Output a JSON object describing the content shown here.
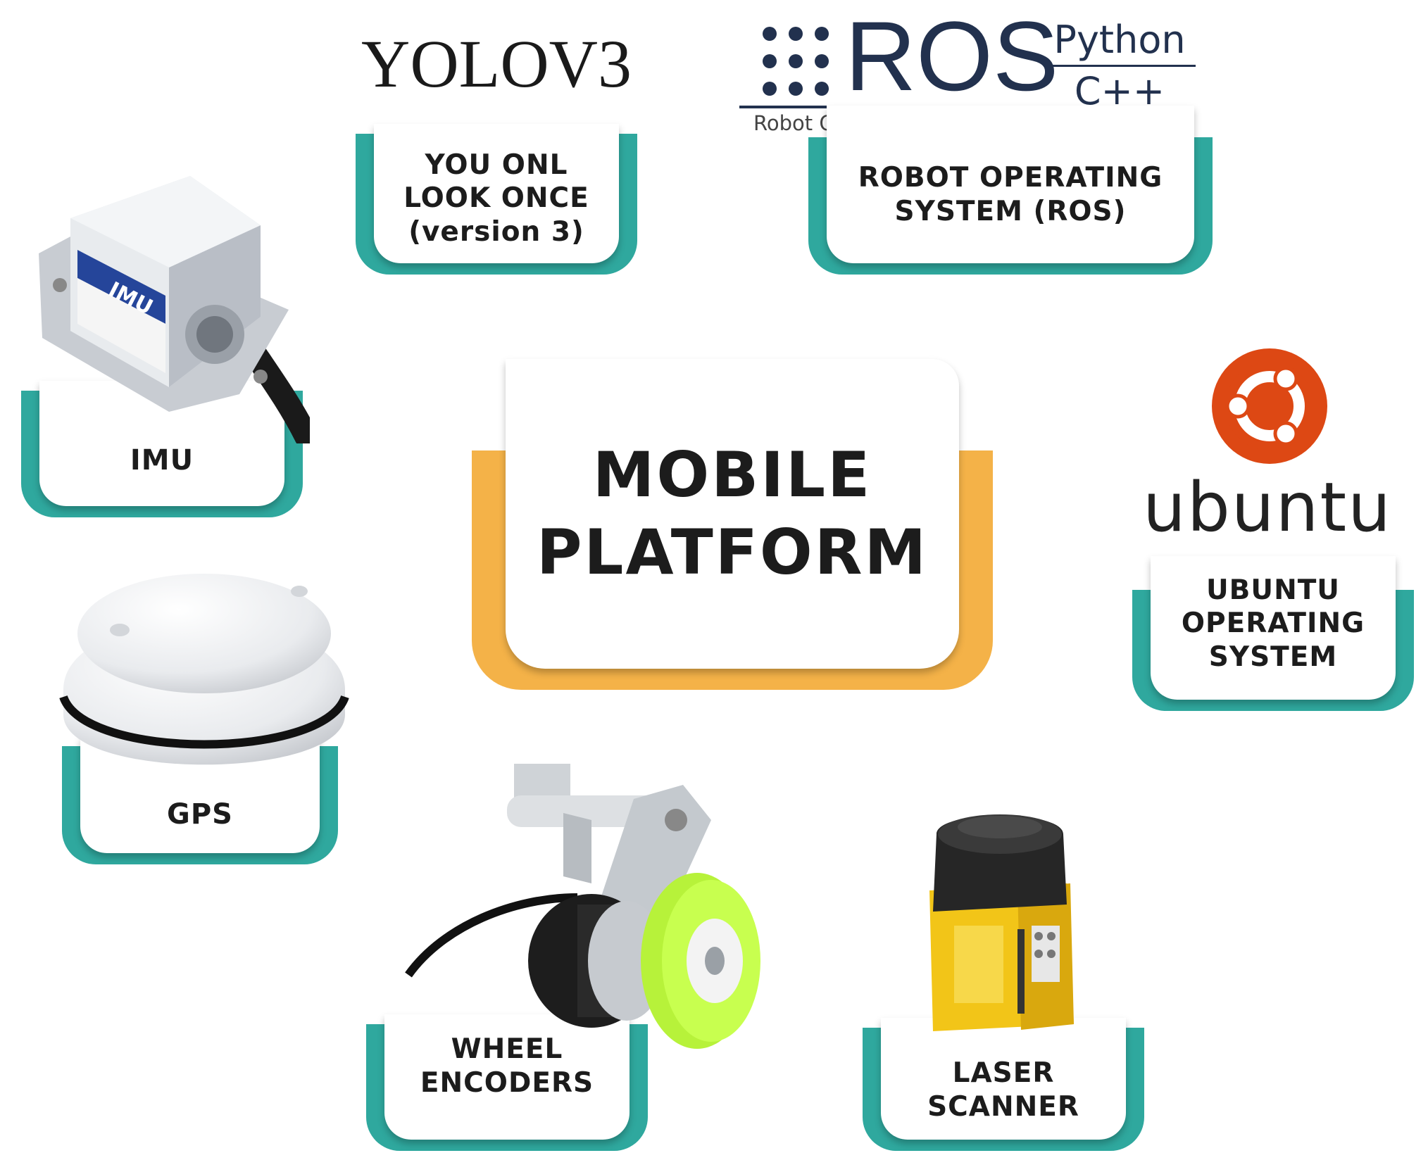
{
  "center": {
    "title": "MOBILE\nPLATFORM"
  },
  "nodes": {
    "yolo": {
      "logo": "YOLOV3",
      "label": "YOU ONL\nLOOK ONCE\n(version 3)"
    },
    "ros": {
      "logo": "ROS",
      "logo_sub": "Robot Operating System",
      "lang_top": "Python",
      "lang_bottom": "C++",
      "label": "ROBOT OPERATING\nSYSTEM (ROS)"
    },
    "imu": {
      "device_text": "IMU",
      "label": "IMU"
    },
    "gps": {
      "label": "GPS"
    },
    "ubuntu": {
      "logo": "ubuntu",
      "label": "UBUNTU\nOPERATING\nSYSTEM"
    },
    "wheel": {
      "label": "WHEEL\nENCODERS"
    },
    "laser": {
      "label": "LASER\nSCANNER"
    }
  },
  "colors": {
    "teal": "#2fa89e",
    "orange": "#f4b248",
    "ubuntu": "#dd4814",
    "ros": "#22314e"
  }
}
